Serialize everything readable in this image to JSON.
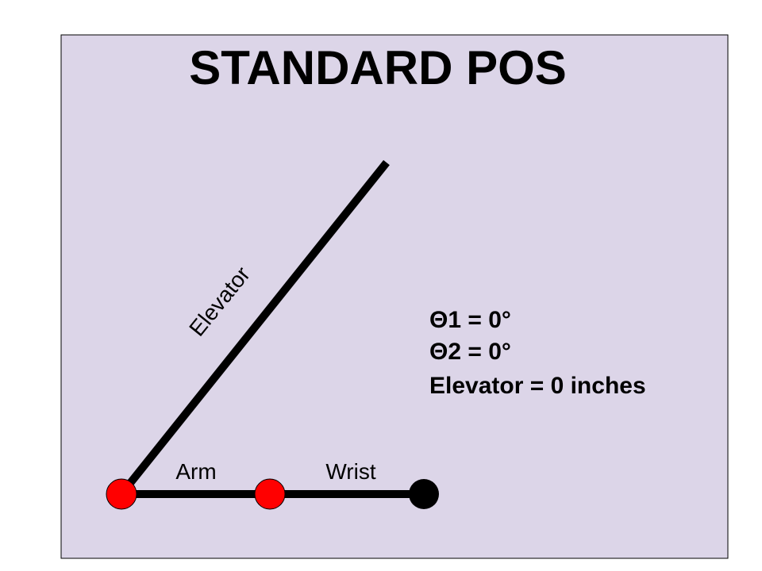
{
  "slide": {
    "title": "STANDARD POS",
    "background_color": "#dcd5e8",
    "border_color": "#000000"
  },
  "diagram": {
    "labels": {
      "elevator": "Elevator",
      "arm": "Arm",
      "wrist": "Wrist"
    },
    "joint_colors": {
      "base_joint": "#ff0000",
      "elbow_joint": "#ff0000",
      "end_effector": "#000000"
    },
    "link_color": "#000000"
  },
  "info": {
    "theta1": "Θ1 = 0°",
    "theta2": "Θ2 = 0°",
    "elevator": "Elevator = 0 inches"
  }
}
